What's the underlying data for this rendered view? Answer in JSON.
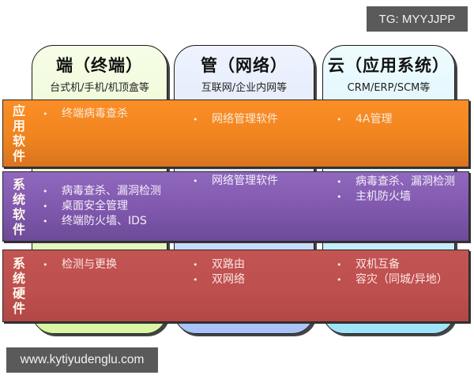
{
  "badges": {
    "top_right": "TG: MYYJJPP",
    "bottom_left": "www.kytiyudenglu.com"
  },
  "columns": [
    {
      "title": "端（终端）",
      "subtitle": "台式机/手机/机顶盒等",
      "color_top": "#f6fde6",
      "color_bottom": "#daf5a2"
    },
    {
      "title": "管（网络）",
      "subtitle": "互联网/企业内网等",
      "color_top": "#eef3fd",
      "color_bottom": "#a7c2f7"
    },
    {
      "title": "云（应用系统）",
      "subtitle": "CRM/ERP/SCM等",
      "color_top": "#eefbfe",
      "color_bottom": "#9ee3f8"
    }
  ],
  "bullet_glyph": "•",
  "rows": [
    {
      "label": [
        "应",
        "用",
        "软",
        "件"
      ],
      "color": "#f0841f",
      "cells": [
        [
          "终端病毒查杀"
        ],
        [
          "网络管理软件"
        ],
        [
          "4A管理"
        ]
      ]
    },
    {
      "label": [
        "系",
        "统",
        "软",
        "件"
      ],
      "color": "#7f58ad",
      "cells": [
        [
          "病毒查杀、漏洞检测",
          "桌面安全管理",
          "终端防火墙、IDS"
        ],
        [
          "网络管理软件"
        ],
        [
          "病毒查杀、漏洞检测",
          "主机防火墙"
        ]
      ]
    },
    {
      "label": [
        "系",
        "统",
        "硬",
        "件"
      ],
      "color": "#bd4f4e",
      "cells": [
        [
          "检测与更换"
        ],
        [
          "双路由",
          "双网络"
        ],
        [
          "双机互备",
          "容灾（同城/异地）"
        ]
      ]
    }
  ]
}
